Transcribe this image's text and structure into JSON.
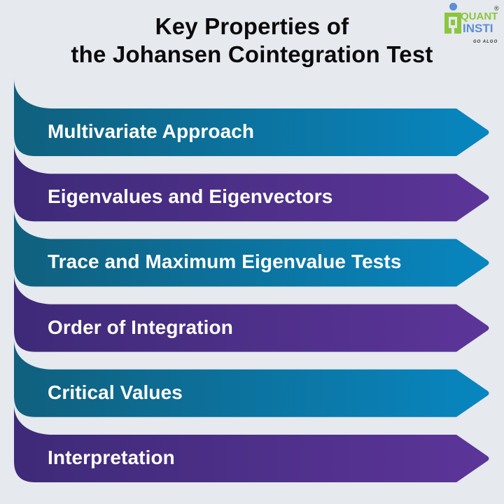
{
  "title": {
    "line1": "Key Properties of",
    "line2": "the Johansen Cointegration Test"
  },
  "logo": {
    "word1": "QUANT",
    "word2": "INSTI",
    "tagline": "GO ALGO",
    "registered": "®",
    "colors": {
      "green": "#8cc63f",
      "blue": "#5b8fd6"
    }
  },
  "colors": {
    "background": "#e6e9ee",
    "teal_start": "#10607e",
    "teal_end": "#0886c0",
    "purple_start": "#3e2a78",
    "purple_end": "#5c3599"
  },
  "properties": [
    {
      "label": "Multivariate Approach",
      "color": "teal"
    },
    {
      "label": "Eigenvalues and Eigenvectors",
      "color": "purple"
    },
    {
      "label": "Trace and Maximum Eigenvalue Tests",
      "color": "teal"
    },
    {
      "label": "Order of Integration",
      "color": "purple"
    },
    {
      "label": "Critical Values",
      "color": "teal"
    },
    {
      "label": "Interpretation",
      "color": "purple"
    }
  ]
}
